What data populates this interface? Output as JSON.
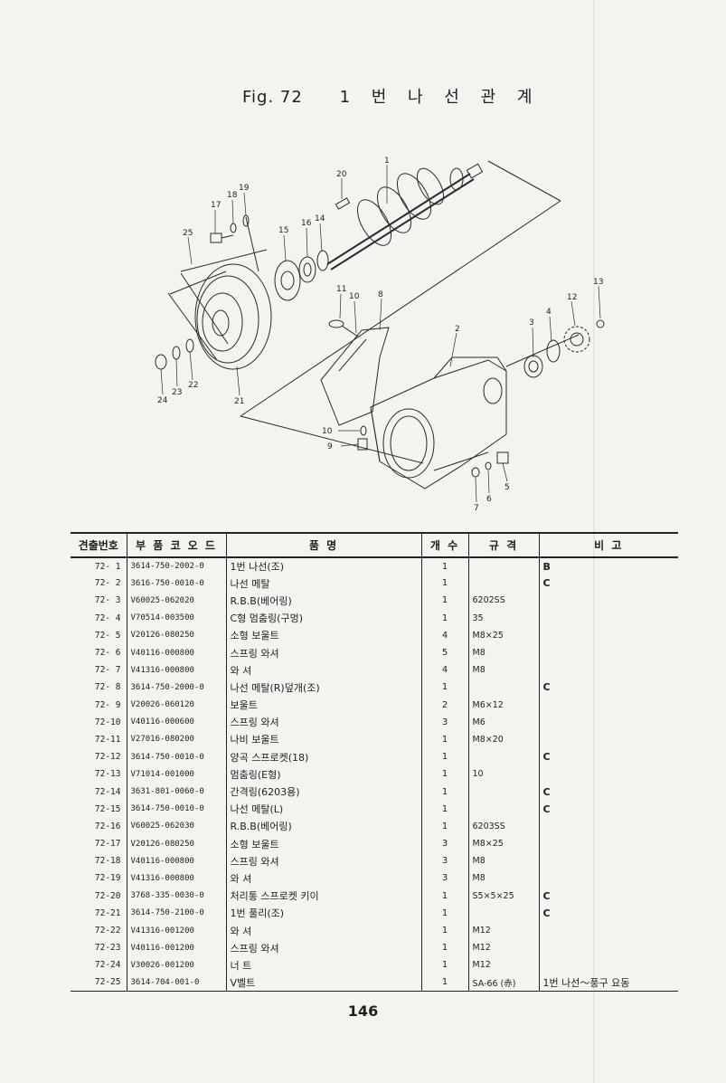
{
  "figure": {
    "label": "Fig. 72",
    "name": "1 번 나 선 관 계"
  },
  "callouts": [
    "1",
    "2",
    "3",
    "4",
    "5",
    "6",
    "7",
    "8",
    "9",
    "10",
    "10",
    "11",
    "12",
    "13",
    "14",
    "15",
    "16",
    "17",
    "18",
    "19",
    "20",
    "21",
    "22",
    "23",
    "24",
    "25"
  ],
  "table": {
    "headers": [
      "견출번호",
      "부 품 코 오 드",
      "품 명",
      "개 수",
      "규 격",
      "비 고"
    ],
    "rows": [
      {
        "no": "72- 1",
        "code": "3614-750-2002-0",
        "name": "1번 나선(조)",
        "qty": "1",
        "spec": "",
        "note": "B"
      },
      {
        "no": "72- 2",
        "code": "3616-750-0010-0",
        "name": "나선 메탈",
        "qty": "1",
        "spec": "",
        "note": "C"
      },
      {
        "no": "72- 3",
        "code": "V60025-062020",
        "name": "R.B.B(베어링)",
        "qty": "1",
        "spec": "6202SS",
        "note": ""
      },
      {
        "no": "72- 4",
        "code": "V70514-003500",
        "name": "C형 멈춤링(구멍)",
        "qty": "1",
        "spec": "35",
        "note": ""
      },
      {
        "no": "72- 5",
        "code": "V20126-080250",
        "name": "소형 보울트",
        "qty": "4",
        "spec": "M8×25",
        "note": ""
      },
      {
        "no": "72- 6",
        "code": "V40116-000800",
        "name": "스프링 와셔",
        "qty": "5",
        "spec": "M8",
        "note": ""
      },
      {
        "no": "72- 7",
        "code": "V41316-000800",
        "name": "와 셔",
        "qty": "4",
        "spec": "M8",
        "note": ""
      },
      {
        "no": "72- 8",
        "code": "3614-750-2000-0",
        "name": "나선 메탈(R)덮개(조)",
        "qty": "1",
        "spec": "",
        "note": "C"
      },
      {
        "no": "72- 9",
        "code": "V20026-060120",
        "name": "보울트",
        "qty": "2",
        "spec": "M6×12",
        "note": ""
      },
      {
        "no": "72-10",
        "code": "V40116-000600",
        "name": "스프링 와셔",
        "qty": "3",
        "spec": "M6",
        "note": ""
      },
      {
        "no": "72-11",
        "code": "V27016-080200",
        "name": "나비 보울트",
        "qty": "1",
        "spec": "M8×20",
        "note": ""
      },
      {
        "no": "72-12",
        "code": "3614-750-0010-0",
        "name": "양곡 스프로켓(18)",
        "qty": "1",
        "spec": "",
        "note": "C"
      },
      {
        "no": "72-13",
        "code": "V71014-001000",
        "name": "멈춤링(E형)",
        "qty": "1",
        "spec": "10",
        "note": ""
      },
      {
        "no": "72-14",
        "code": "3631-801-0060-0",
        "name": "간격링(6203용)",
        "qty": "1",
        "spec": "",
        "note": "C"
      },
      {
        "no": "72-15",
        "code": "3614-750-0010-0",
        "name": "나선 메탈(L)",
        "qty": "1",
        "spec": "",
        "note": "C"
      },
      {
        "no": "72-16",
        "code": "V60025-062030",
        "name": "R.B.B(베어링)",
        "qty": "1",
        "spec": "6203SS",
        "note": ""
      },
      {
        "no": "72-17",
        "code": "V20126-080250",
        "name": "소형 보울트",
        "qty": "3",
        "spec": "M8×25",
        "note": ""
      },
      {
        "no": "72-18",
        "code": "V40116-000800",
        "name": "스프링 와셔",
        "qty": "3",
        "spec": "M8",
        "note": ""
      },
      {
        "no": "72-19",
        "code": "V41316-000800",
        "name": "와 셔",
        "qty": "3",
        "spec": "M8",
        "note": ""
      },
      {
        "no": "72-20",
        "code": "3768-335-0030-0",
        "name": "처리통 스프로켓 키이",
        "qty": "1",
        "spec": "S5×5×25",
        "note": "C"
      },
      {
        "no": "72-21",
        "code": "3614-750-2100-0",
        "name": "1번 풀리(조)",
        "qty": "1",
        "spec": "",
        "note": "C"
      },
      {
        "no": "72-22",
        "code": "V41316-001200",
        "name": "와 셔",
        "qty": "1",
        "spec": "M12",
        "note": ""
      },
      {
        "no": "72-23",
        "code": "V40116-001200",
        "name": "스프링 와셔",
        "qty": "1",
        "spec": "M12",
        "note": ""
      },
      {
        "no": "72-24",
        "code": "V30026-001200",
        "name": "너 트",
        "qty": "1",
        "spec": "M12",
        "note": ""
      },
      {
        "no": "72-25",
        "code": "3614-704-001-0",
        "name": "V벨트",
        "qty": "1",
        "spec": "SA-66 (赤)",
        "note": "1번 나선～풍구 요동"
      }
    ]
  },
  "page_number": "146"
}
